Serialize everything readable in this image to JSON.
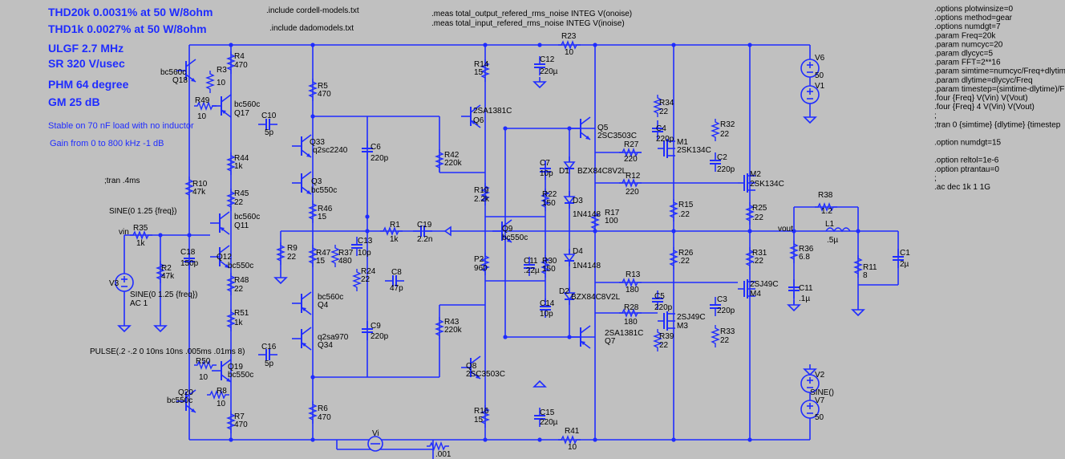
{
  "spec": {
    "thd20k": "THD20k 0.0031% at 50 W/8ohm",
    "thd1k": "THD1k 0.0027% at 50 W/8ohm",
    "ulgf": "ULGF 2.7 MHz",
    "sr": "SR 320 V/usec",
    "phm": "PHM  64 degree",
    "gm": "GM 25 dB",
    "stable": "Stable on 70 nF load with no inductor",
    "gain": "Gain from 0 to 800 kHz -1 dB"
  },
  "directives": {
    "include1": ".include cordell-models.txt",
    "include2": ".include dadomodels.txt",
    "meas1": ".meas total_output_refered_rms_noise INTEG V(onoise)",
    "meas2": ".meas total_input_refered_rms_noise INTEG V(inoise)",
    "tran": ";tran .4ms",
    "sine1": "SINE(0 1.25 {freq})",
    "pulse": "PULSE(.2 -.2 0 10ns 10ns .005ms .01ms 8)",
    "right": [
      ".options plotwinsize=0",
      ".options method=gear",
      ".options numdgt=7",
      ".param Freq=20k",
      ".param numcyc=20",
      ".param dlycyc=5",
      ".param FFT=2**16",
      ".param simtime=numcyc/Freq+dlytim",
      ".param dlytime=dlycyc/Freq",
      ".param timestep=(simtime-dlytime)/F",
      ".four {Freq} V(Vin) V(Vout)",
      ".four {Freq} 4 V(Vin) V(Vout)",
      ";",
      ";tran 0 {simtime} {dlytime} {timestep",
      "",
      ".option numdgt=15",
      "",
      ".option reltol=1e-6",
      ".option ptrantau=0",
      ";",
      ".ac dec 1k 1 1G"
    ]
  },
  "labels": {
    "R4": "R4",
    "R4v": "470",
    "R3": "R3",
    "R3v": "10",
    "Q18": "Q18",
    "Q18m": "bc560c",
    "R49": "R49",
    "R49v": "10",
    "Q17": "Q17",
    "Q17m": "bc560c",
    "R5": "R5",
    "R5v": "470",
    "C10": "C10",
    "C10v": "5p",
    "Q33": "Q33",
    "Q33m": "q2sc2240",
    "R44": "R44",
    "R44v": "1k",
    "Q3": "Q3",
    "Q3m": "bc550c",
    "R10": "R10",
    "R10v": "47k",
    "R45": "R45",
    "R45v": "22",
    "R46": "R46",
    "R46v": "15",
    "Q11": "Q11",
    "Q11m": "bc560c",
    "vin": "vin",
    "R35": "R35",
    "R35v": "1k",
    "C18": "C18",
    "C18v": "150p",
    "Q12": "Q12",
    "Q12m": "bc550c",
    "R2": "R2",
    "R2v": "47k",
    "V3": "V3",
    "V3sine": "SINE(0 1.25 {freq})",
    "V3ac": "AC 1",
    "R48": "R48",
    "R48v": "22",
    "R9": "R9",
    "R9v": "22",
    "R47": "R47",
    "R47v": "15",
    "R37": "R37",
    "R37v": "480",
    "C13": "C13",
    "C13v": "10p",
    "R24": "R24",
    "R24v": "22",
    "C8": "C8",
    "C8v": "47p",
    "Q4": "Q4",
    "Q4m": "bc560c",
    "R51": "R51",
    "R51v": "1k",
    "Q34": "Q34",
    "Q34m": "q2sa970",
    "C16": "C16",
    "C16v": "5p",
    "R50": "R50",
    "R50v": "10",
    "Q19": "Q19",
    "Q19m": "bc550c",
    "Q20": "Q20",
    "Q20m": "bc550c",
    "R8": "R8",
    "R8v": "10",
    "R7": "R7",
    "R7v": "470",
    "R6": "R6",
    "R6v": "470",
    "Vi": "Vi",
    "C6": "C6",
    "C6v": "220p",
    "C9": "C9",
    "C9v": "220p",
    "R1": "R1",
    "R1v": "1k",
    "C19": "C19",
    "C19v": "2.2n",
    "R14": "R14",
    "R14v": "15",
    "Q6": "Q6",
    "Q6m": "2SA1381C",
    "C12": "C12",
    "C12v": "220µ",
    "R23": "R23",
    "R23v": "10",
    "R42": "R42",
    "R42v": "220k",
    "R19": "R19",
    "R19v": "2.2k",
    "Q9": "Q9",
    "Q9m": "bc550c",
    "P2": "P2",
    "P2v": "960",
    "R43": "R43",
    "R43v": "220k",
    "Q8": "Q8",
    "Q8m": "2SC3503C",
    "R16": "R16",
    "R16v": "15",
    "C15": "C15",
    "C15v": "220µ",
    "R41": "R41",
    "R41v": "10",
    "R41x": ".001",
    "C7": "C7",
    "C7v": "10p",
    "R22": "R22",
    "R22v": "150",
    "C11a": "C11",
    "C11av": ".22µ",
    "R30": "R30",
    "R30v": "150",
    "C14": "C14",
    "C14v": "10p",
    "D1": "D1",
    "D1m": "BZX84C8V2L",
    "D3": "D3",
    "D3m": "1N4148",
    "D4": "D4",
    "D4m": "1N4148",
    "D2": "D2",
    "D2m": "BZX84C8V2L",
    "R17": "R17",
    "R17v": "100",
    "Q5": "Q5",
    "Q5m": "2SC3503C",
    "Q7": "Q7",
    "Q7m": "2SA1381C",
    "R27": "R27",
    "R27v": "220",
    "R12": "R12",
    "R12v": "220",
    "R13": "R13",
    "R13v": "180",
    "R28": "R28",
    "R28v": "180",
    "R34": "R34",
    "R34v": "22",
    "C4": "C4",
    "C4v": "220p",
    "M1": "M1",
    "M1m": "2SK134C",
    "R32": "R32",
    "R32v": "22",
    "C2": "C2",
    "C2v": "220p",
    "M2": "M2",
    "M2m": "2SK134C",
    "R15": "R15",
    "R15v": ".22",
    "R25": "R25",
    "R25v": ".22",
    "R26": "R26",
    "R26v": ".22",
    "R31": "R31",
    "R31v": ".22",
    "C5": "C5",
    "C5v": "220p",
    "M3": "M3",
    "M3m": "2SJ49C",
    "R39": "R39",
    "R39v": "22",
    "C3": "C3",
    "C3v": "220p",
    "M4": "M4",
    "M4m": "2SJ49C",
    "R33": "R33",
    "R33v": "22",
    "V6": "V6",
    "V6v": "50",
    "V1": "V1",
    "V2": "V2",
    "V7": "V7",
    "V7v": "50",
    "V7sine": "SINE()",
    "R38": "R38",
    "R38v": "1.2",
    "L1": "L1",
    "L1v": ".5µ",
    "vout": "vout",
    "R36": "R36",
    "R36v": "6.8",
    "C11": "C11",
    "C11v": ".1µ",
    "R11": "R11",
    "R11v": "8",
    "C1": "C1",
    "C1v": "2µ"
  },
  "colors": {
    "background": "#c0c0c0",
    "wire": "#1f2cff",
    "text": "#000000",
    "annotation": "#1f2cff"
  }
}
